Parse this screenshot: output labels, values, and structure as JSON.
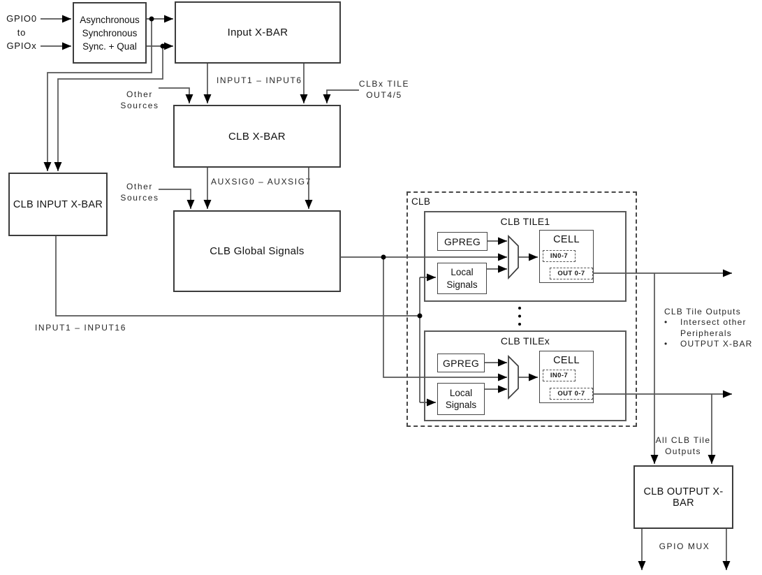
{
  "colors": {
    "background": "#ffffff",
    "line": "#555555",
    "box_border": "#3c3c3c",
    "arrowhead": "#000000",
    "text": "#111111"
  },
  "blocks": {
    "sync": {
      "line1": "Asynchronous",
      "line2": "Synchronous",
      "line3": "Sync. + Qual"
    },
    "input_xbar": {
      "label": "Input X-BAR"
    },
    "clb_xbar": {
      "label": "CLB X-BAR"
    },
    "clb_input_xbar": {
      "label": "CLB INPUT X-BAR"
    },
    "clb_global_signals": {
      "label": "CLB Global Signals"
    },
    "clb_output_xbar": {
      "label": "CLB OUTPUT X-BAR"
    },
    "clb_group": {
      "label": "CLB"
    }
  },
  "tiles": {
    "tile1": {
      "title": "CLB TILE1",
      "gpreg": "GPREG",
      "local_line1": "Local",
      "local_line2": "Signals",
      "cell": "CELL",
      "cell_in": "IN0-7",
      "cell_out": "OUT 0-7"
    },
    "tilex": {
      "title": "CLB TILEx",
      "gpreg": "GPREG",
      "local_line1": "Local",
      "local_line2": "Signals",
      "cell": "CELL",
      "cell_in": "IN0-7",
      "cell_out": "OUT 0-7"
    }
  },
  "signals": {
    "gpio_line1": "GPIO0",
    "gpio_line2": "to",
    "gpio_line3": "GPIOx",
    "input1_6": "INPUT1 – INPUT6",
    "clbx_tile_line1": "CLBx TILE",
    "clbx_tile_line2": "OUT4/5",
    "other_sources_line1": "Other",
    "other_sources_line2": "Sources",
    "auxsig0_7": "AUXSIG0 – AUXSIG7",
    "input1_16": "INPUT1 – INPUT16",
    "all_clb_line1": "All CLB Tile",
    "all_clb_line2": "Outputs",
    "gpio_mux": "GPIO MUX"
  },
  "notes": {
    "tile_outputs": {
      "title": "CLB Tile Outputs",
      "bullet_char": "•",
      "bullet1_line1": "Intersect other",
      "bullet1_line2": "Peripherals",
      "bullet2": "OUTPUT X-BAR"
    }
  }
}
